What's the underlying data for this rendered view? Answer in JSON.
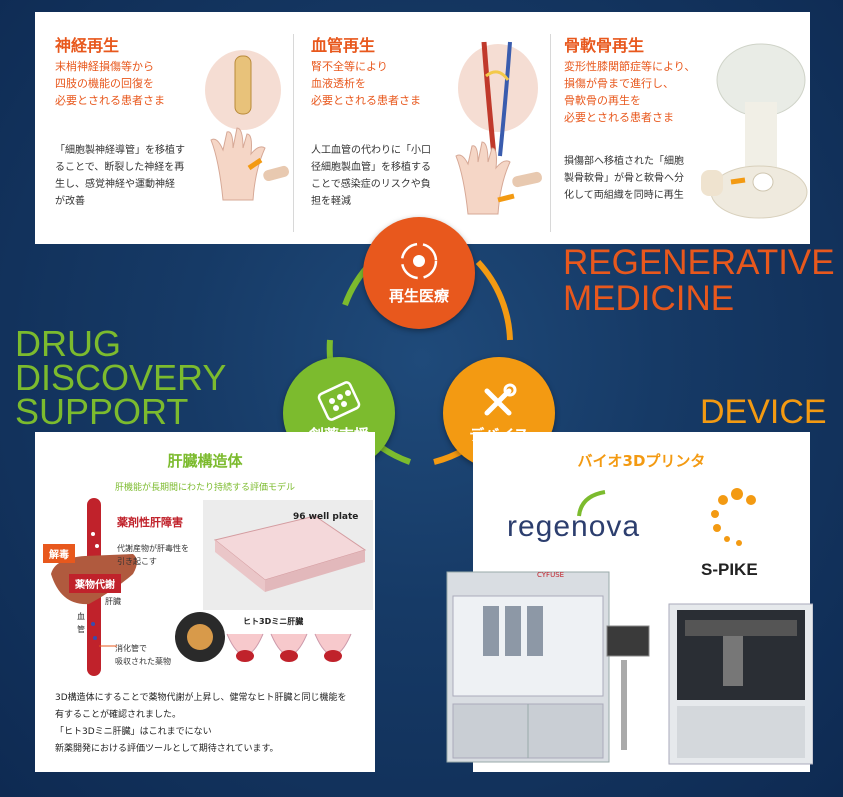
{
  "regenerative": {
    "heading": "REGENERATIVE\nMEDICINE",
    "hub_label": "再生医療",
    "columns": [
      {
        "title": "神経再生",
        "lead": "末梢神経損傷等から\n四肢の機能の回復を\n必要とされる患者さま",
        "body": "「細胞製神経導管」を移植す\nることで、断裂した神経を再\n生し、感覚神経や運動神経\nが改善"
      },
      {
        "title": "血管再生",
        "lead": "腎不全等により\n血液透析を\n必要とされる患者さま",
        "body": "人工血管の代わりに「小口\n径細胞製血管」を移植する\nことで感染症のリスクや負\n担を軽減"
      },
      {
        "title": "骨軟骨再生",
        "lead": "変形性膝関節症等により、\n損傷が骨まで進行し、\n骨軟骨の再生を\n必要とされる患者さま",
        "body": "損傷部へ移植された「細胞\n製骨軟骨」が骨と軟骨へ分\n化して両組織を同時に再生"
      }
    ]
  },
  "drug": {
    "heading": "DRUG\nDISCOVERY\nSUPPORT",
    "hub_label": "創薬支援",
    "title": "肝臓構造体",
    "subtitle": "肝機能が長期間にわたり持続する評価モデル",
    "toxicity_label": "薬剤性肝障害",
    "toxicity_note": "代謝産物が肝毒性を\n引き起こす",
    "detox": "解毒",
    "metabolism": "薬物代謝",
    "liver": "肝臓",
    "vessel": "血\n管",
    "absorbed": "消化管で\n吸収された薬物",
    "plate_label": "96 well plate",
    "mini_liver": "ヒト3Dミニ肝臓",
    "description": "3D構造体にすることで薬物代謝が上昇し、健常なヒト肝臓と同じ機能を\n有することが確認されました。\n「ヒト3Dミニ肝臓」はこれまでにない\n新薬開発における評価ツールとして期待されています。"
  },
  "device": {
    "heading": "DEVICE",
    "hub_label": "デバイス",
    "title": "バイオ3Dプリンタ",
    "brand1": "regenova",
    "brand2": "S-PIKE",
    "machine_brand": "CYFUSE"
  },
  "colors": {
    "orange": "#e8581d",
    "green": "#7cbb2e",
    "amber": "#f39a12",
    "navy": "#163a66"
  }
}
